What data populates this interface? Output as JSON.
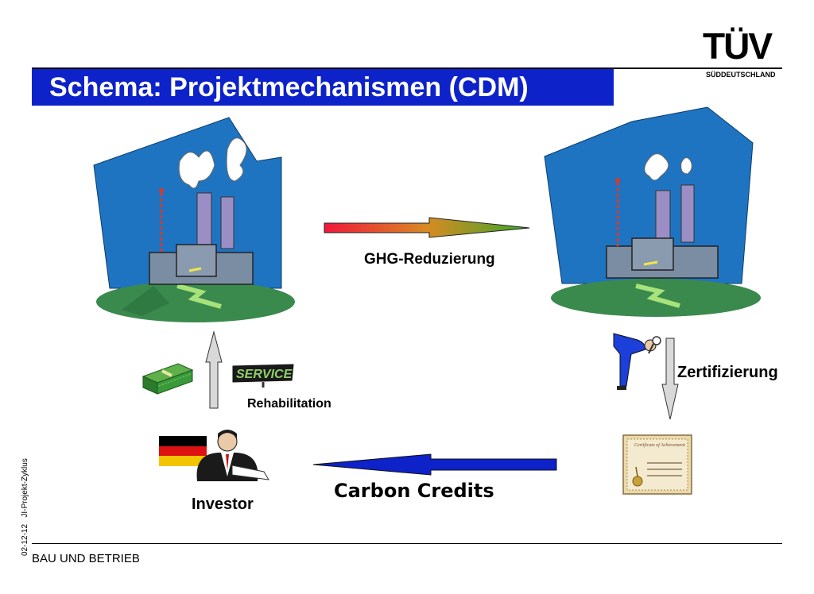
{
  "slide": {
    "title": "Schema: Projektmechanismen (CDM)",
    "footer": "BAU UND BETRIEB",
    "side_date": "02-12-12",
    "side_topic": "JI-Projekt-Zyklus"
  },
  "logo": {
    "main": "TÜV",
    "sub": "SÜDDEUTSCHLAND"
  },
  "diagram": {
    "ghg_label": "GHG-Reduzierung",
    "certification_label": "Zertifizierung",
    "credits_label": "Carbon Credits",
    "investor_label": "Investor",
    "rehab_label": "Rehabilitation",
    "service_sign": "SERVICE",
    "certificate_text": "Certificate of Achievement"
  },
  "colors": {
    "title_bar": "#0d22c9",
    "sky": "#1f74c1",
    "ground": "#3a8a4e",
    "credits_arrow": "#0d22c9"
  }
}
